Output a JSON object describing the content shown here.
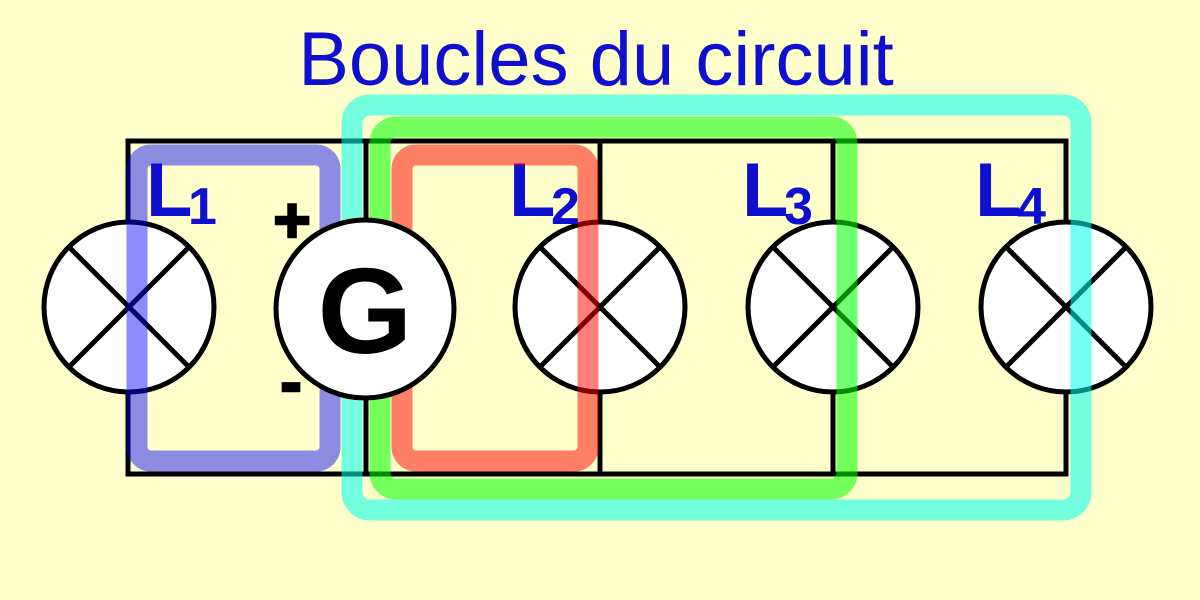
{
  "title": {
    "text": "Boucles du circuit",
    "color": "#0F0FCF"
  },
  "colors": {
    "background": "#FFFFCC",
    "wire": "#000000",
    "label_blue": "#0F0FCF",
    "loop_blue_hex": "#8C8CE3",
    "loop_red_hex": "#FF8066",
    "loop_green_hex": "#7DFC66",
    "loop_cyan_hex": "#7DFCE4"
  },
  "generator": {
    "label": "G",
    "plus_label": "+",
    "minus_label": "-"
  },
  "lamps": [
    {
      "name": "L1",
      "label": "L",
      "subscript": "1"
    },
    {
      "name": "L2",
      "label": "L",
      "subscript": "2"
    },
    {
      "name": "L3",
      "label": "L",
      "subscript": "3"
    },
    {
      "name": "L4",
      "label": "L",
      "subscript": "4"
    }
  ],
  "loops": [
    {
      "name": "loop-L1-G",
      "color": "rgba(0,0,255,0.45)"
    },
    {
      "name": "loop-G-L2",
      "color": "rgba(255,0,0,0.50)"
    },
    {
      "name": "loop-G-L3",
      "color": "rgba(0,255,0,0.55)"
    },
    {
      "name": "loop-G-L4",
      "color": "rgba(0,255,235,0.55)"
    }
  ]
}
